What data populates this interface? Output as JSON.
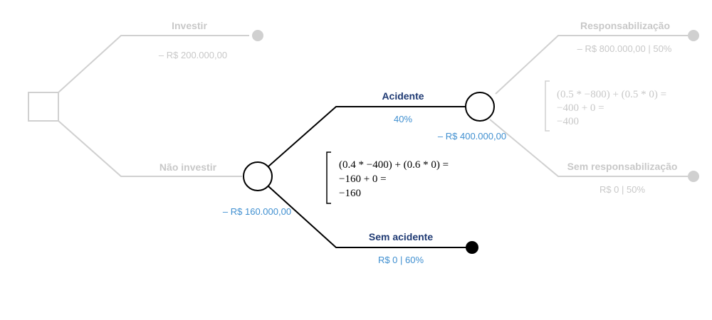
{
  "colors": {
    "faded": "#d0d0d0",
    "faded_text": "#c8c8c8",
    "active_line": "#000000",
    "active_title": "#1f3a73",
    "active_value": "#3f8fd0"
  },
  "branches": {
    "investir": {
      "title": "Investir",
      "value": "– R$ 200.000,00"
    },
    "nao_investir": {
      "title": "Não investir"
    },
    "acidente": {
      "title": "Acidente",
      "probability": "40%"
    },
    "sem_acidente": {
      "title": "Sem acidente",
      "value": "R$ 0 | 60%"
    },
    "responsabilizacao": {
      "title": "Responsabilização",
      "value": "– R$ 800.000,00 | 50%"
    },
    "sem_responsabilizacao": {
      "title": "Sem responsabilização",
      "value": "R$ 0 | 50%"
    }
  },
  "nodes": {
    "chance_main_value": "– R$ 160.000,00",
    "chance_accident_value": "– R$ 400.000,00"
  },
  "calculations": {
    "main": [
      "(0.4 * −400) + (0.6 * 0) =",
      "−160 + 0 =",
      "−160"
    ],
    "accident": [
      "(0.5 * −800) + (0.5 * 0) =",
      "−400 + 0 =",
      "−400"
    ]
  }
}
